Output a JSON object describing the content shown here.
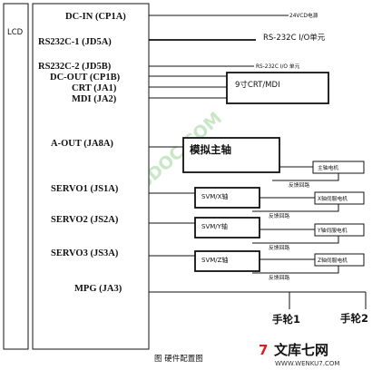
{
  "lcd_label": "LCD",
  "connectors": {
    "dc_in": "DC-IN (CP1A)",
    "rs232_1": "RS232C-1 (JD5A)",
    "rs232_2": "RS232C-2 (JD5B)",
    "dc_out": "DC-OUT (CP1B)",
    "crt": "CRT (JA1)",
    "mdi": "MDI (JA2)",
    "a_out": "A-OUT (JA8A)",
    "servo1": "SERVO1 (JS1A)",
    "servo2": "SERVO2 (JS2A)",
    "servo3": "SERVO3 (JS3A)",
    "mpg": "MPG (JA3)"
  },
  "targets": {
    "power": "24VCD电源",
    "rs232_unit": "RS-232C I/O单元",
    "rs232_unit_small": "RS-232C I/O 单元",
    "crt_mdi": "9寸CRT/MDI",
    "spindle": "模拟主轴",
    "spindle_motor": "主轴电机",
    "feedback": "反馈回路",
    "svm_x": "SVM/X轴",
    "svm_y": "SVM/Y轴",
    "svm_z": "SVM/Z轴",
    "x_motor": "X轴伺服电机",
    "y_motor": "Y轴伺服电机",
    "z_motor": "Z轴伺服电机",
    "handwheel1": "手轮1",
    "handwheel2": "手轮2"
  },
  "caption": "图 硬件配置图",
  "watermark": "56DOC.COM",
  "logo": {
    "mark": "7",
    "name": "文库七网",
    "url": "WWW.WENKU7.COM"
  }
}
